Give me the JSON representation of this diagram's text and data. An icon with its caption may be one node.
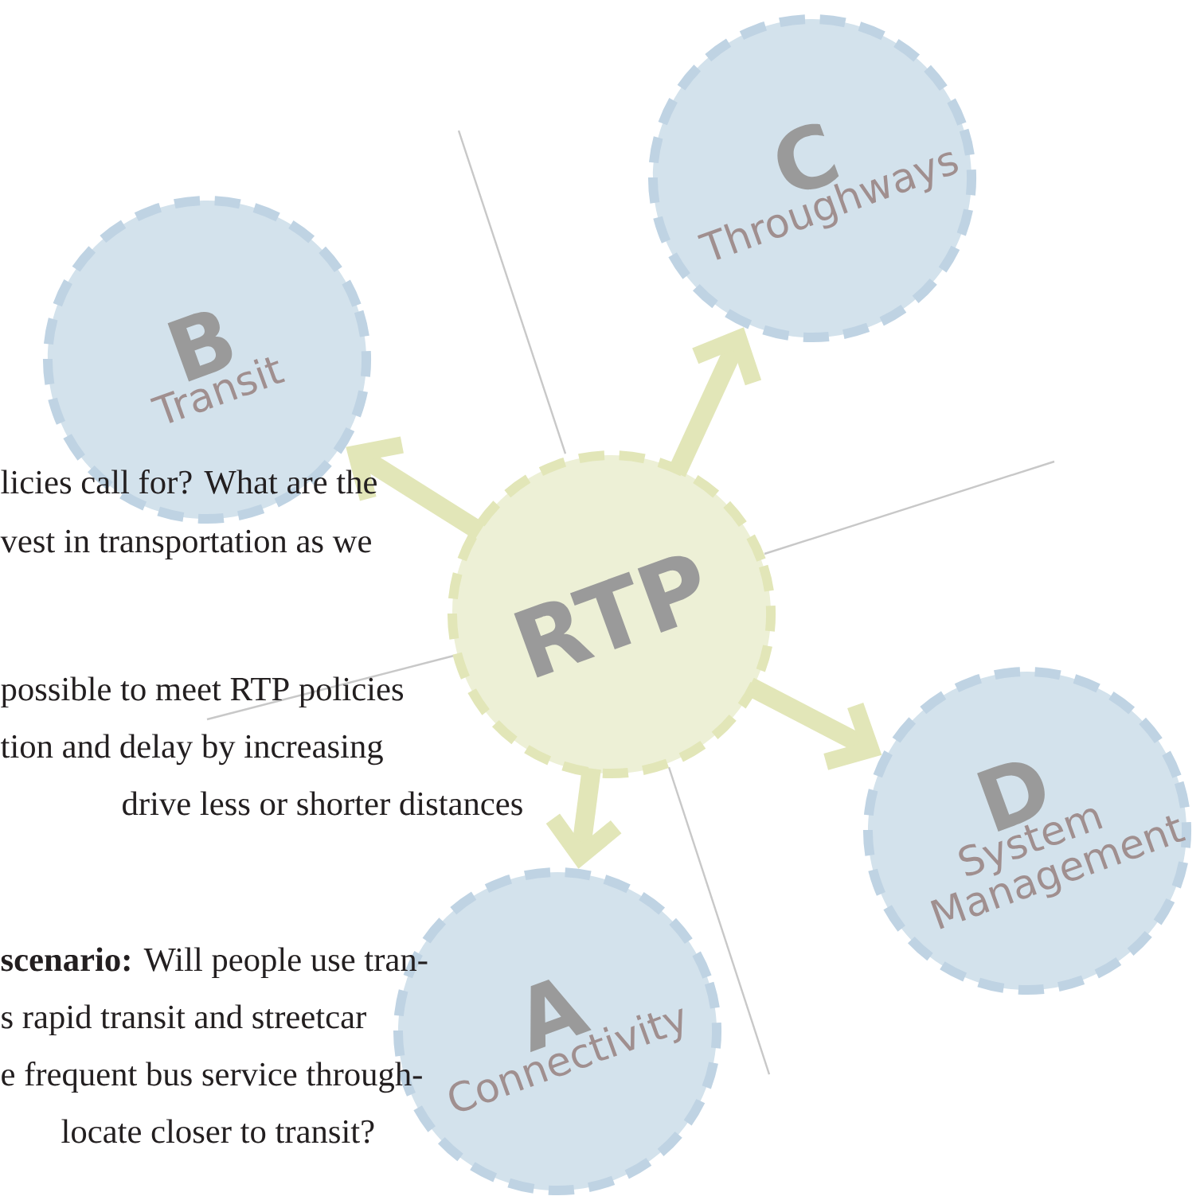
{
  "diagram": {
    "nodes": [
      {
        "text": [
          "C",
          "Throughways"
        ]
      },
      {
        "text": [
          "B",
          "Transit"
        ]
      },
      {
        "text": [
          "RTP"
        ]
      },
      {
        "text": [
          "D",
          "System Management"
        ]
      },
      {
        "text": [
          "A",
          "Connectivity"
        ]
      }
    ],
    "edges": [
      {
        "from": 2,
        "to": 1,
        "arrow": "to"
      },
      {
        "from": 2,
        "to": 0,
        "arrow": "to"
      },
      {
        "from": 2,
        "to": 3,
        "arrow": "to"
      },
      {
        "from": 2,
        "to": 4,
        "arrow": "to"
      }
    ],
    "labels": [
      "licies call for? What are the",
      "vest in transportation as we",
      "possible to meet RTP policies",
      "tion and delay by increasing",
      "drive less or shorter distances",
      "**scenario:** Will people use tran-",
      "s rapid transit and streetcar",
      "e frequent bus service through-",
      "locate closer to transit?"
    ]
  }
}
